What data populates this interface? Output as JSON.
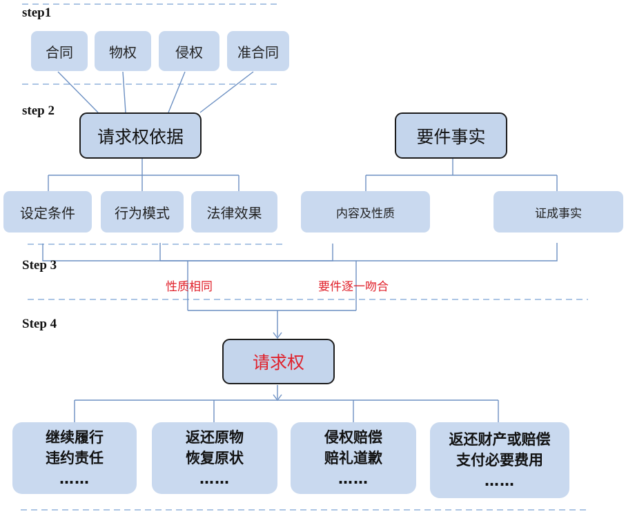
{
  "steps": [
    "step1",
    "step 2",
    "Step 3",
    "Step 4"
  ],
  "step1_items": [
    "合同",
    "物权",
    "侵权",
    "准合同"
  ],
  "claim_basis": "请求权依据",
  "elements_facts": "要件事实",
  "claim_basis_parts": [
    "设定条件",
    "行为模式",
    "法律效果"
  ],
  "facts_parts": [
    "内容及性质",
    "证成事实"
  ],
  "match_labels": {
    "same_nature": "性质相同",
    "element_match": "要件逐一吻合"
  },
  "claim_right": "请求权",
  "remedies": [
    {
      "line1": "继续履行",
      "line2": "违约责任",
      "line3": "……"
    },
    {
      "line1": "返还原物",
      "line2": "恢复原状",
      "line3": "……"
    },
    {
      "line1": "侵权赔偿",
      "line2": "赔礼道歉",
      "line3": "……"
    },
    {
      "line1": "返还财产或赔偿",
      "line2": "支付必要费用",
      "line3": "……"
    }
  ],
  "colors": {
    "box_fill": "#c9d9ef",
    "connector": "#6b8fc2",
    "red_text": "#e0202a",
    "border": "#1b1b1b"
  }
}
